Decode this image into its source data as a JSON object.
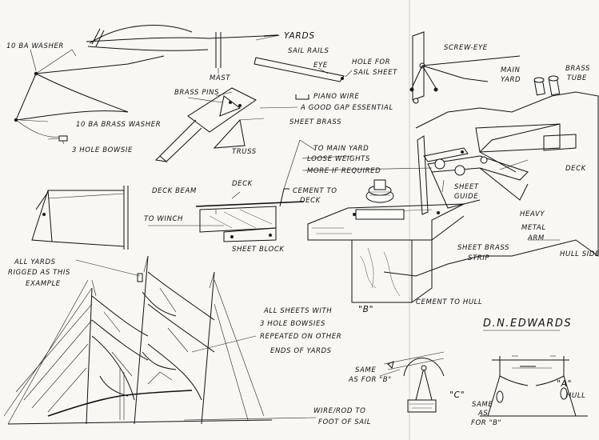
{
  "labels": {
    "washer_10ba": "10 BA WASHER",
    "brass_washer_10ba": "10 BA BRASS WASHER",
    "bowsie_3hole": "3 HOLE BOWSIE",
    "mast": "MAST",
    "yards": "YARDS",
    "sail_rails": "SAIL RAILS",
    "eye": "EYE",
    "hole_for": "HOLE FOR",
    "sail_sheet": "SAIL SHEET",
    "brass_pins": "BRASS PINS",
    "piano_wire": "PIANO WIRE",
    "good_gap": "A GOOD GAP ESSENTIAL",
    "sheet_brass": "SHEET BRASS",
    "truss": "TRUSS",
    "screw_eye": "SCREW-EYE",
    "main_yard_1": "MAIN",
    "main_yard_2": "YARD",
    "brass_1": "BRASS",
    "brass_2": "TUBE",
    "to_main_yard": "TO MAIN YARD",
    "loose_weights": "LOOSE WEIGHTS",
    "more_if_required": "MORE IF REQUIRED",
    "deck_right": "DECK",
    "deck_beam": "DECK BEAM",
    "deck": "DECK",
    "cement_to": "CEMENT TO",
    "deck2": "DECK",
    "to_winch": "TO WINCH",
    "sheet_block": "SHEET BLOCK",
    "sheet_1": "SHEET",
    "sheet_2": "GUIDE",
    "heavy_1": "HEAVY",
    "heavy_2": "METAL",
    "heavy_3": "ARM",
    "hull_side": "HULL SIDE",
    "sheet_brass_strip_1": "SHEET BRASS",
    "sheet_brass_strip_2": "STRIP",
    "cement_to_hull": "CEMENT TO HULL",
    "b_label": "\"B\"",
    "all_yards_1": "ALL YARDS",
    "all_yards_2": "RIGGED AS THIS",
    "all_yards_3": "EXAMPLE",
    "all_sheets_1": "ALL SHEETS WITH",
    "all_sheets_2": "3 HOLE BOWSIES",
    "all_sheets_3": "REPEATED ON OTHER",
    "all_sheets_4": "ENDS OF YARDS",
    "signature": "D.N.EDWARDS",
    "same_b1_1": "SAME",
    "same_b1_2": "AS FOR \"B\"",
    "c_label": "\"C\"",
    "a_label": "\"A\"",
    "hull": "HULL",
    "same_b2_1": "SAME",
    "same_b2_2": "AS",
    "same_b2_3": "FOR \"B\"",
    "wire_rod_1": "WIRE/ROD TO",
    "wire_rod_2": "FOOT OF SAIL"
  }
}
